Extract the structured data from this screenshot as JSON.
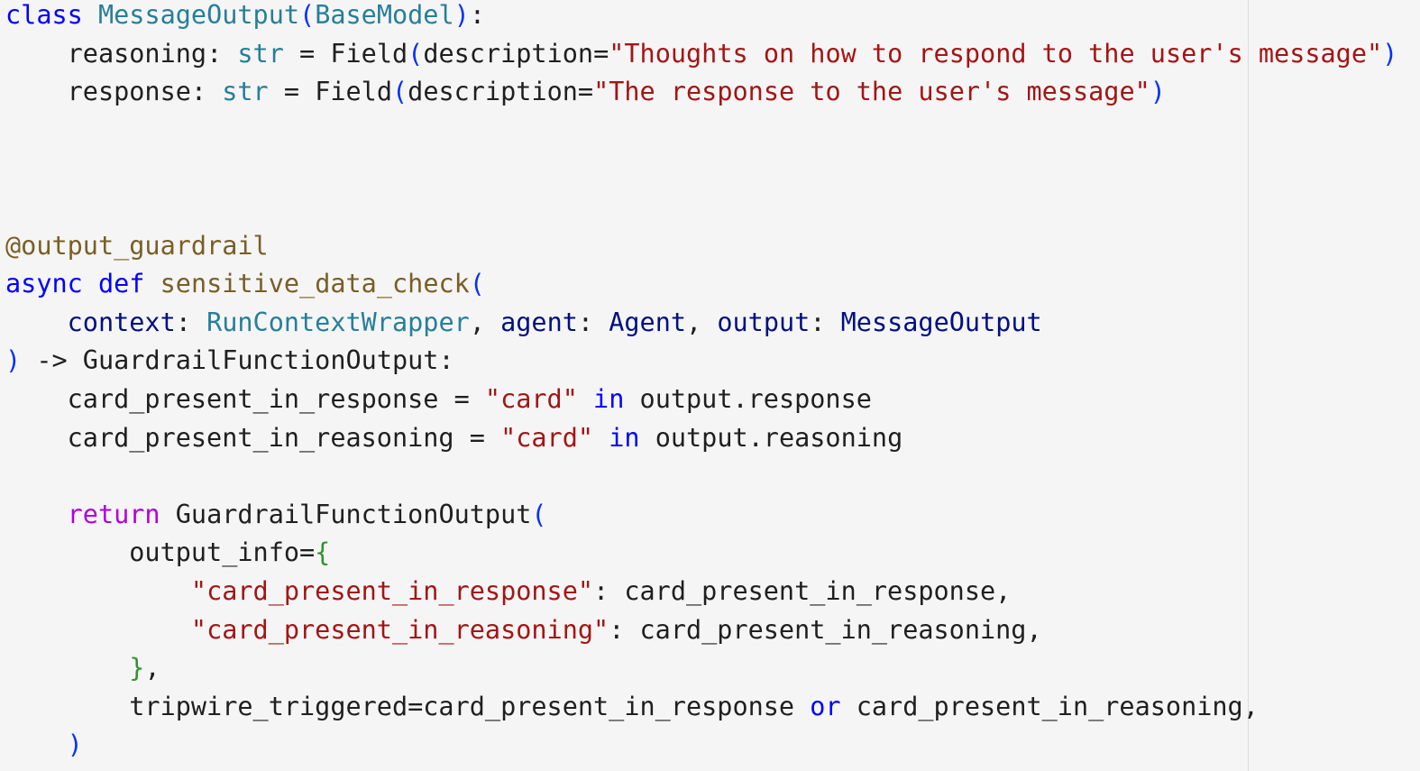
{
  "editor": {
    "theme_colors": {
      "background": "#f5f5f5",
      "keyword": "#0000ff",
      "control": "#af00db",
      "class": "#267f99",
      "function": "#795e26",
      "parameter": "#001080",
      "string": "#a31515",
      "bracket_level1": "#0431fa",
      "bracket_level2": "#319331",
      "text": "#1f1f1f"
    },
    "lines": [
      [
        {
          "t": "class",
          "c": "kw"
        },
        {
          "t": " ",
          "c": "plain"
        },
        {
          "t": "MessageOutput",
          "c": "cls"
        },
        {
          "t": "(",
          "c": "paren1"
        },
        {
          "t": "BaseModel",
          "c": "cls"
        },
        {
          "t": ")",
          "c": "paren1"
        },
        {
          "t": ":",
          "c": "plain"
        }
      ],
      [
        {
          "t": "    reasoning",
          "c": "plain"
        },
        {
          "t": ": ",
          "c": "plain"
        },
        {
          "t": "str",
          "c": "builtin"
        },
        {
          "t": " = Field",
          "c": "plain"
        },
        {
          "t": "(",
          "c": "paren1"
        },
        {
          "t": "description=",
          "c": "plain"
        },
        {
          "t": "\"Thoughts on how to respond to the user's message\"",
          "c": "str"
        },
        {
          "t": ")",
          "c": "paren1"
        }
      ],
      [
        {
          "t": "    response",
          "c": "plain"
        },
        {
          "t": ": ",
          "c": "plain"
        },
        {
          "t": "str",
          "c": "builtin"
        },
        {
          "t": " = Field",
          "c": "plain"
        },
        {
          "t": "(",
          "c": "paren1"
        },
        {
          "t": "description=",
          "c": "plain"
        },
        {
          "t": "\"The response to the user's message\"",
          "c": "str"
        },
        {
          "t": ")",
          "c": "paren1"
        }
      ],
      [],
      [],
      [],
      [
        {
          "t": "@output_guardrail",
          "c": "deco"
        }
      ],
      [
        {
          "t": "async",
          "c": "kw"
        },
        {
          "t": " ",
          "c": "plain"
        },
        {
          "t": "def",
          "c": "kw"
        },
        {
          "t": " ",
          "c": "plain"
        },
        {
          "t": "sensitive_data_check",
          "c": "fn"
        },
        {
          "t": "(",
          "c": "paren1"
        }
      ],
      [
        {
          "t": "    ",
          "c": "plain"
        },
        {
          "t": "context",
          "c": "param"
        },
        {
          "t": ": ",
          "c": "plain"
        },
        {
          "t": "RunContextWrapper",
          "c": "cls"
        },
        {
          "t": ", ",
          "c": "plain"
        },
        {
          "t": "agent",
          "c": "param"
        },
        {
          "t": ": ",
          "c": "plain"
        },
        {
          "t": "Agent",
          "c": "param"
        },
        {
          "t": ", ",
          "c": "plain"
        },
        {
          "t": "output",
          "c": "param"
        },
        {
          "t": ": ",
          "c": "plain"
        },
        {
          "t": "MessageOutput",
          "c": "param"
        }
      ],
      [
        {
          "t": ")",
          "c": "paren1"
        },
        {
          "t": " -> GuardrailFunctionOutput:",
          "c": "plain"
        }
      ],
      [
        {
          "t": "    card_present_in_response = ",
          "c": "plain"
        },
        {
          "t": "\"card\"",
          "c": "str"
        },
        {
          "t": " ",
          "c": "plain"
        },
        {
          "t": "in",
          "c": "kw"
        },
        {
          "t": " output.response",
          "c": "plain"
        }
      ],
      [
        {
          "t": "    card_present_in_reasoning = ",
          "c": "plain"
        },
        {
          "t": "\"card\"",
          "c": "str"
        },
        {
          "t": " ",
          "c": "plain"
        },
        {
          "t": "in",
          "c": "kw"
        },
        {
          "t": " output.reasoning",
          "c": "plain"
        }
      ],
      [],
      [
        {
          "t": "    ",
          "c": "plain"
        },
        {
          "t": "return",
          "c": "ctrl"
        },
        {
          "t": " GuardrailFunctionOutput",
          "c": "plain"
        },
        {
          "t": "(",
          "c": "paren1"
        }
      ],
      [
        {
          "t": "        output_info=",
          "c": "plain"
        },
        {
          "t": "{",
          "c": "paren2"
        }
      ],
      [
        {
          "t": "            ",
          "c": "plain"
        },
        {
          "t": "\"card_present_in_response\"",
          "c": "str"
        },
        {
          "t": ": card_present_in_response,",
          "c": "plain"
        }
      ],
      [
        {
          "t": "            ",
          "c": "plain"
        },
        {
          "t": "\"card_present_in_reasoning\"",
          "c": "str"
        },
        {
          "t": ": card_present_in_reasoning,",
          "c": "plain"
        }
      ],
      [
        {
          "t": "        ",
          "c": "plain"
        },
        {
          "t": "}",
          "c": "paren2"
        },
        {
          "t": ",",
          "c": "plain"
        }
      ],
      [
        {
          "t": "        tripwire_triggered=card_present_in_response ",
          "c": "plain"
        },
        {
          "t": "or",
          "c": "kw"
        },
        {
          "t": " card_present_in_reasoning,",
          "c": "plain"
        }
      ],
      [
        {
          "t": "    ",
          "c": "plain"
        },
        {
          "t": ")",
          "c": "paren1"
        }
      ]
    ]
  }
}
